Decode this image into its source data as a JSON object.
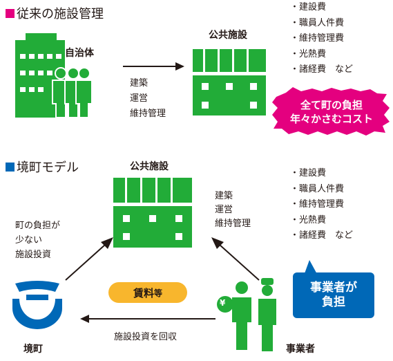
{
  "colors": {
    "accent_pink": "#e4007f",
    "accent_blue": "#0068b7",
    "green": "#22ac38",
    "yellow": "#f8b62d",
    "text": "#231815"
  },
  "section1": {
    "heading": "従来の施設管理",
    "municipality_label": "自治体",
    "facility_label": "公共施設",
    "arrow_lines": [
      "建築",
      "運営",
      "維持管理"
    ],
    "cost_items": [
      "建設費",
      "職員人件費",
      "維持管理費",
      "光熱費",
      "諸経費　など"
    ],
    "burst_lines": [
      "全て町の負担",
      "年々かさむコスト"
    ]
  },
  "section2": {
    "heading": "境町モデル",
    "facility_label": "公共施設",
    "arrow_lines": [
      "建築",
      "運営",
      "維持管理"
    ],
    "left_note_lines": [
      "町の負担が",
      "少ない",
      "施設投資"
    ],
    "cost_items": [
      "建設費",
      "職員人件費",
      "維持管理費",
      "光熱費",
      "諸経費　など"
    ],
    "callout_lines": [
      "事業者が",
      "負担"
    ],
    "rent_main": "賃料",
    "rent_suffix": "等",
    "bottom_arrow_label": "施設投資を回収",
    "town_label": "境町",
    "operator_label": "事業者",
    "yen_symbol": "¥"
  }
}
